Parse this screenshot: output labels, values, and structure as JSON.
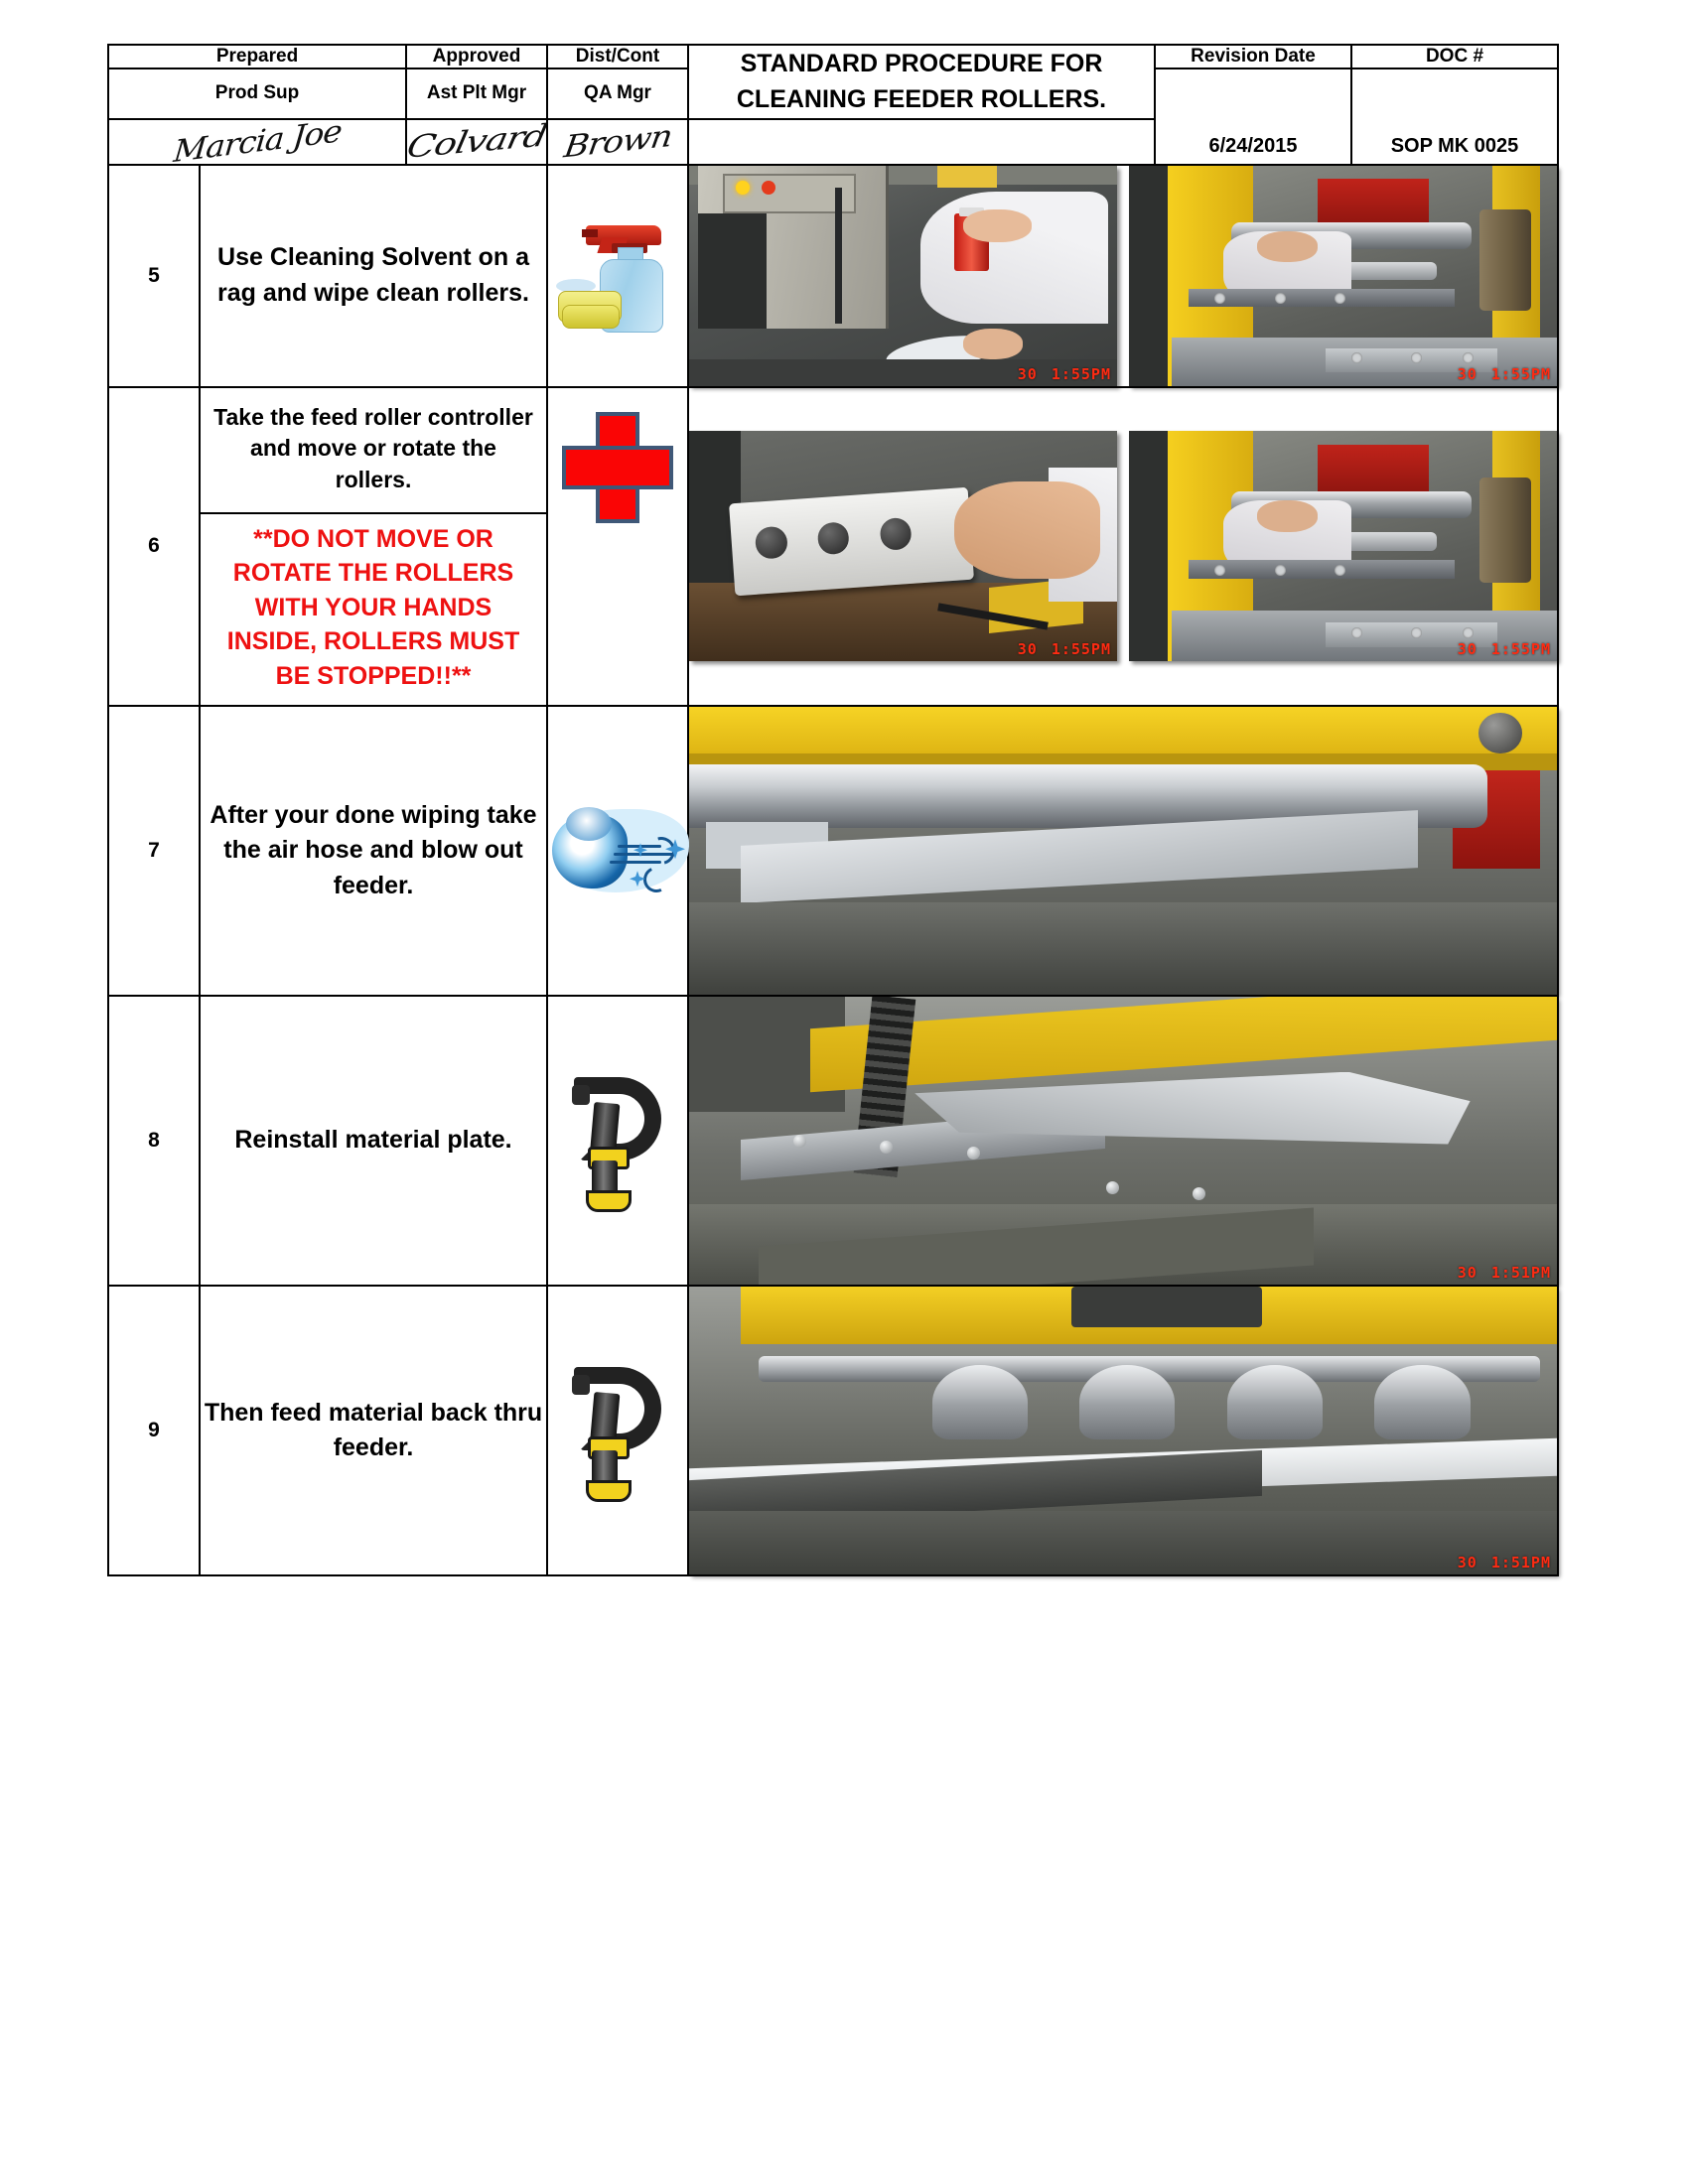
{
  "header": {
    "columns": [
      {
        "role_label": "Prepared",
        "title_label": "Prod Sup",
        "signature": "Marcia Joe"
      },
      {
        "role_label": "Approved",
        "title_label": "Ast Plt Mgr",
        "signature": "Colvard"
      },
      {
        "role_label": "Dist/Cont",
        "title_label": "QA Mgr",
        "signature": "Brown"
      }
    ],
    "procedure_title_line1": "STANDARD PROCEDURE FOR",
    "procedure_title_line2": "CLEANING FEEDER ROLLERS.",
    "revision_date_label": "Revision Date",
    "revision_date_value": "6/24/2015",
    "doc_label": "DOC #",
    "doc_value": "SOP MK 0025"
  },
  "steps": [
    {
      "number": "5",
      "instruction": "Use Cleaning Solvent on a rag and wipe clean rollers.",
      "warning": "",
      "icon": "spray-bottle-icon",
      "photos": [
        {
          "name": "operator-spraying-solvent-photo",
          "timestamp_day": "30",
          "timestamp_time": "1:55PM"
        },
        {
          "name": "wiping-feeder-rollers-photo",
          "timestamp_day": "30",
          "timestamp_time": "1:55PM"
        }
      ]
    },
    {
      "number": "6",
      "instruction": "Take the feed roller controller and move or rotate the rollers.",
      "warning": "**DO NOT MOVE OR ROTATE THE ROLLERS WITH YOUR HANDS INSIDE, ROLLERS MUST BE STOPPED!!**",
      "icon": "red-cross-warning-icon",
      "photos": [
        {
          "name": "feed-roller-controller-pendant-photo",
          "timestamp_day": "30",
          "timestamp_time": "1:55PM"
        },
        {
          "name": "hands-at-rollers-photo",
          "timestamp_day": "30",
          "timestamp_time": "1:55PM"
        }
      ]
    },
    {
      "number": "7",
      "instruction": "After your done wiping take the air hose and blow out feeder.",
      "warning": "",
      "icon": "blowing-air-icon",
      "photos": [
        {
          "name": "feeder-roller-closeup-photo",
          "timestamp_day": "",
          "timestamp_time": ""
        }
      ]
    },
    {
      "number": "8",
      "instruction": "Reinstall material plate.",
      "warning": "",
      "icon": "c-clamp-icon",
      "photos": [
        {
          "name": "material-plate-reinstalled-photo",
          "timestamp_day": "30",
          "timestamp_time": "1:51PM"
        }
      ]
    },
    {
      "number": "9",
      "instruction": "Then feed material back thru feeder.",
      "warning": "",
      "icon": "c-clamp-icon",
      "photos": [
        {
          "name": "material-fed-thru-feeder-photo",
          "timestamp_day": "30",
          "timestamp_time": "1:51PM"
        }
      ]
    }
  ],
  "colors": {
    "warning_red": "#ee1111",
    "cross_red": "#fa0505",
    "cross_outline": "#3f5878",
    "timestamp_red": "#ff2b12",
    "border_black": "#000000",
    "page_background": "#ffffff"
  }
}
